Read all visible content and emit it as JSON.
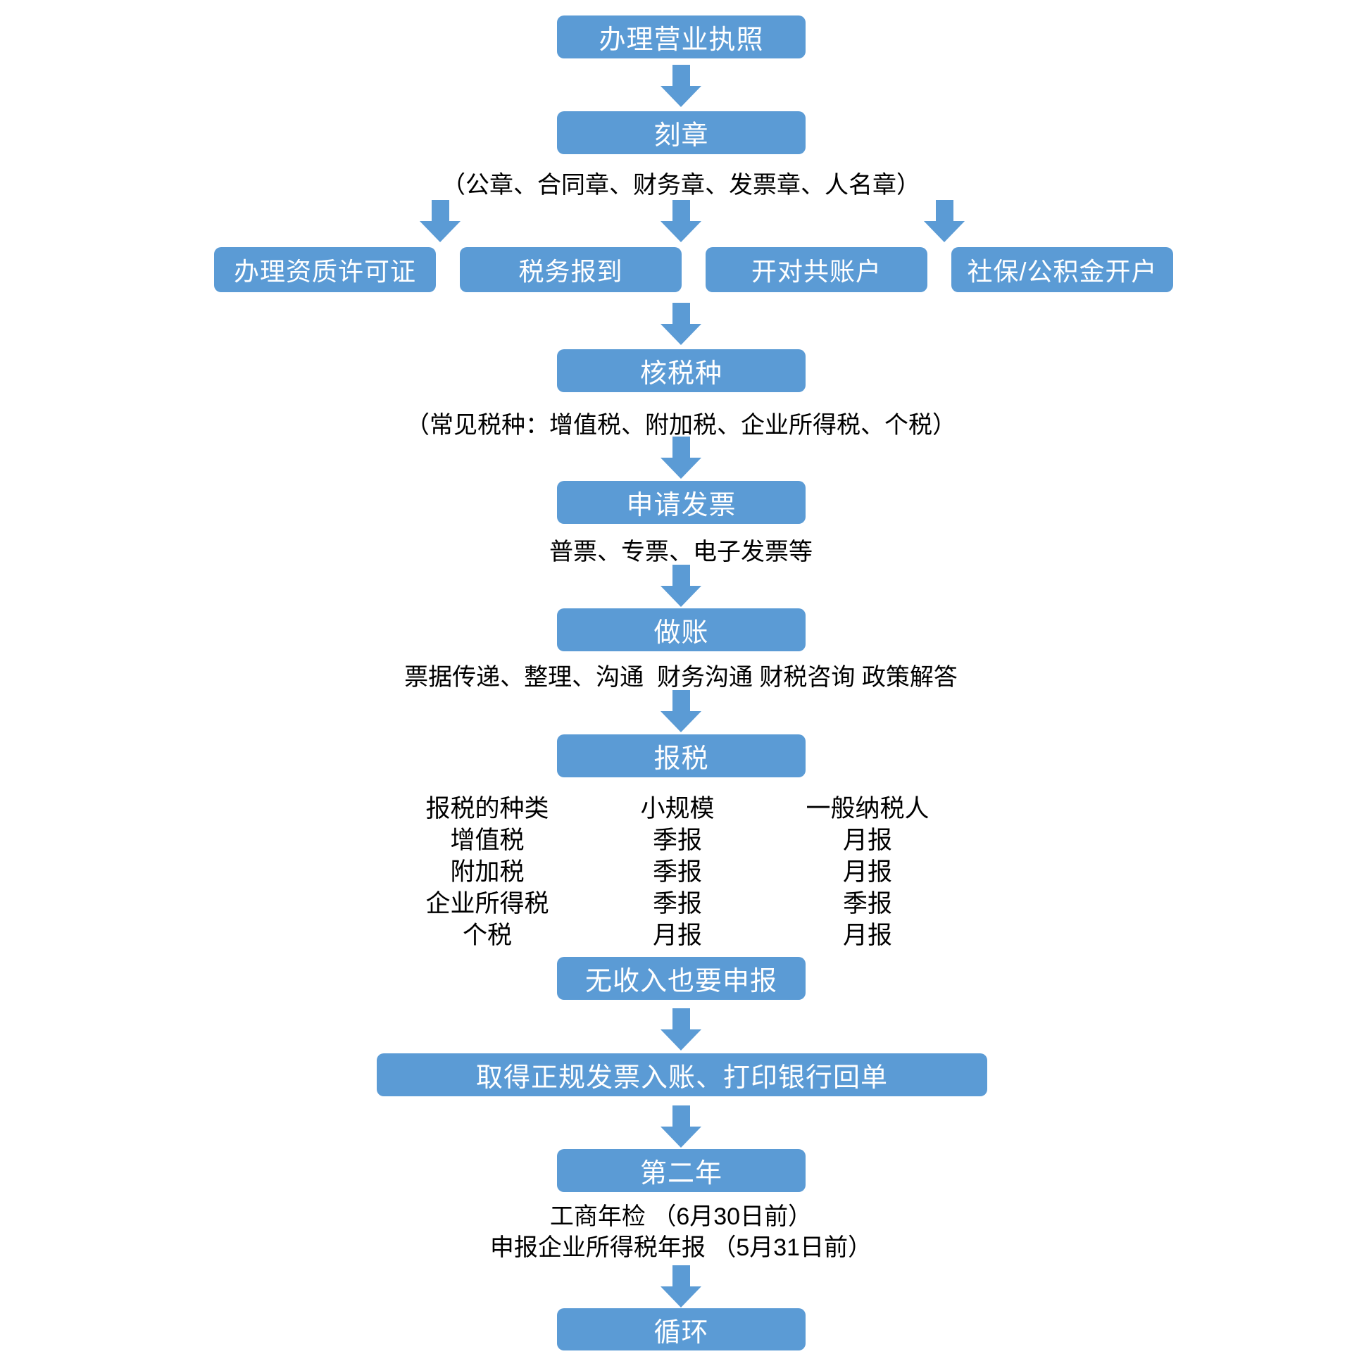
{
  "colors": {
    "box": "#5B9BD5",
    "box_text": "#FFFFFF",
    "caption_text": "#000000",
    "background": "#FFFFFF"
  },
  "flow": {
    "step_license": "办理营业执照",
    "step_seal": "刻章",
    "seal_note": "（公章、合同章、财务章、发票章、人名章）",
    "branch_qualification": "办理资质许可证",
    "branch_tax_register": "税务报到",
    "branch_bank_account": "开对共账户",
    "branch_social_security": "社保/公积金开户",
    "step_tax_type": "核税种",
    "tax_type_note": "（常见税种：增值税、附加税、企业所得税、个税）",
    "step_invoice": "申请发票",
    "invoice_note": "普票、专票、电子发票等",
    "step_bookkeeping": "做账",
    "bookkeeping_note": "票据传递、整理、沟通  财务沟通 财税咨询 政策解答",
    "step_tax_filing": "报税",
    "tax_table": {
      "headers": [
        "报税的种类",
        "小规模",
        "一般纳税人"
      ],
      "rows": [
        [
          "增值税",
          "季报",
          "月报"
        ],
        [
          "附加税",
          "季报",
          "月报"
        ],
        [
          "企业所得税",
          "季报",
          "季报"
        ],
        [
          "个税",
          "月报",
          "月报"
        ]
      ]
    },
    "step_no_income": "无收入也要申报",
    "step_invoice_entry": "取得正规发票入账、打印银行回单",
    "step_second_year": "第二年",
    "second_year_note1": "工商年检 （6月30日前）",
    "second_year_note2": "申报企业所得税年报 （5月31日前）",
    "step_cycle": "循环"
  }
}
